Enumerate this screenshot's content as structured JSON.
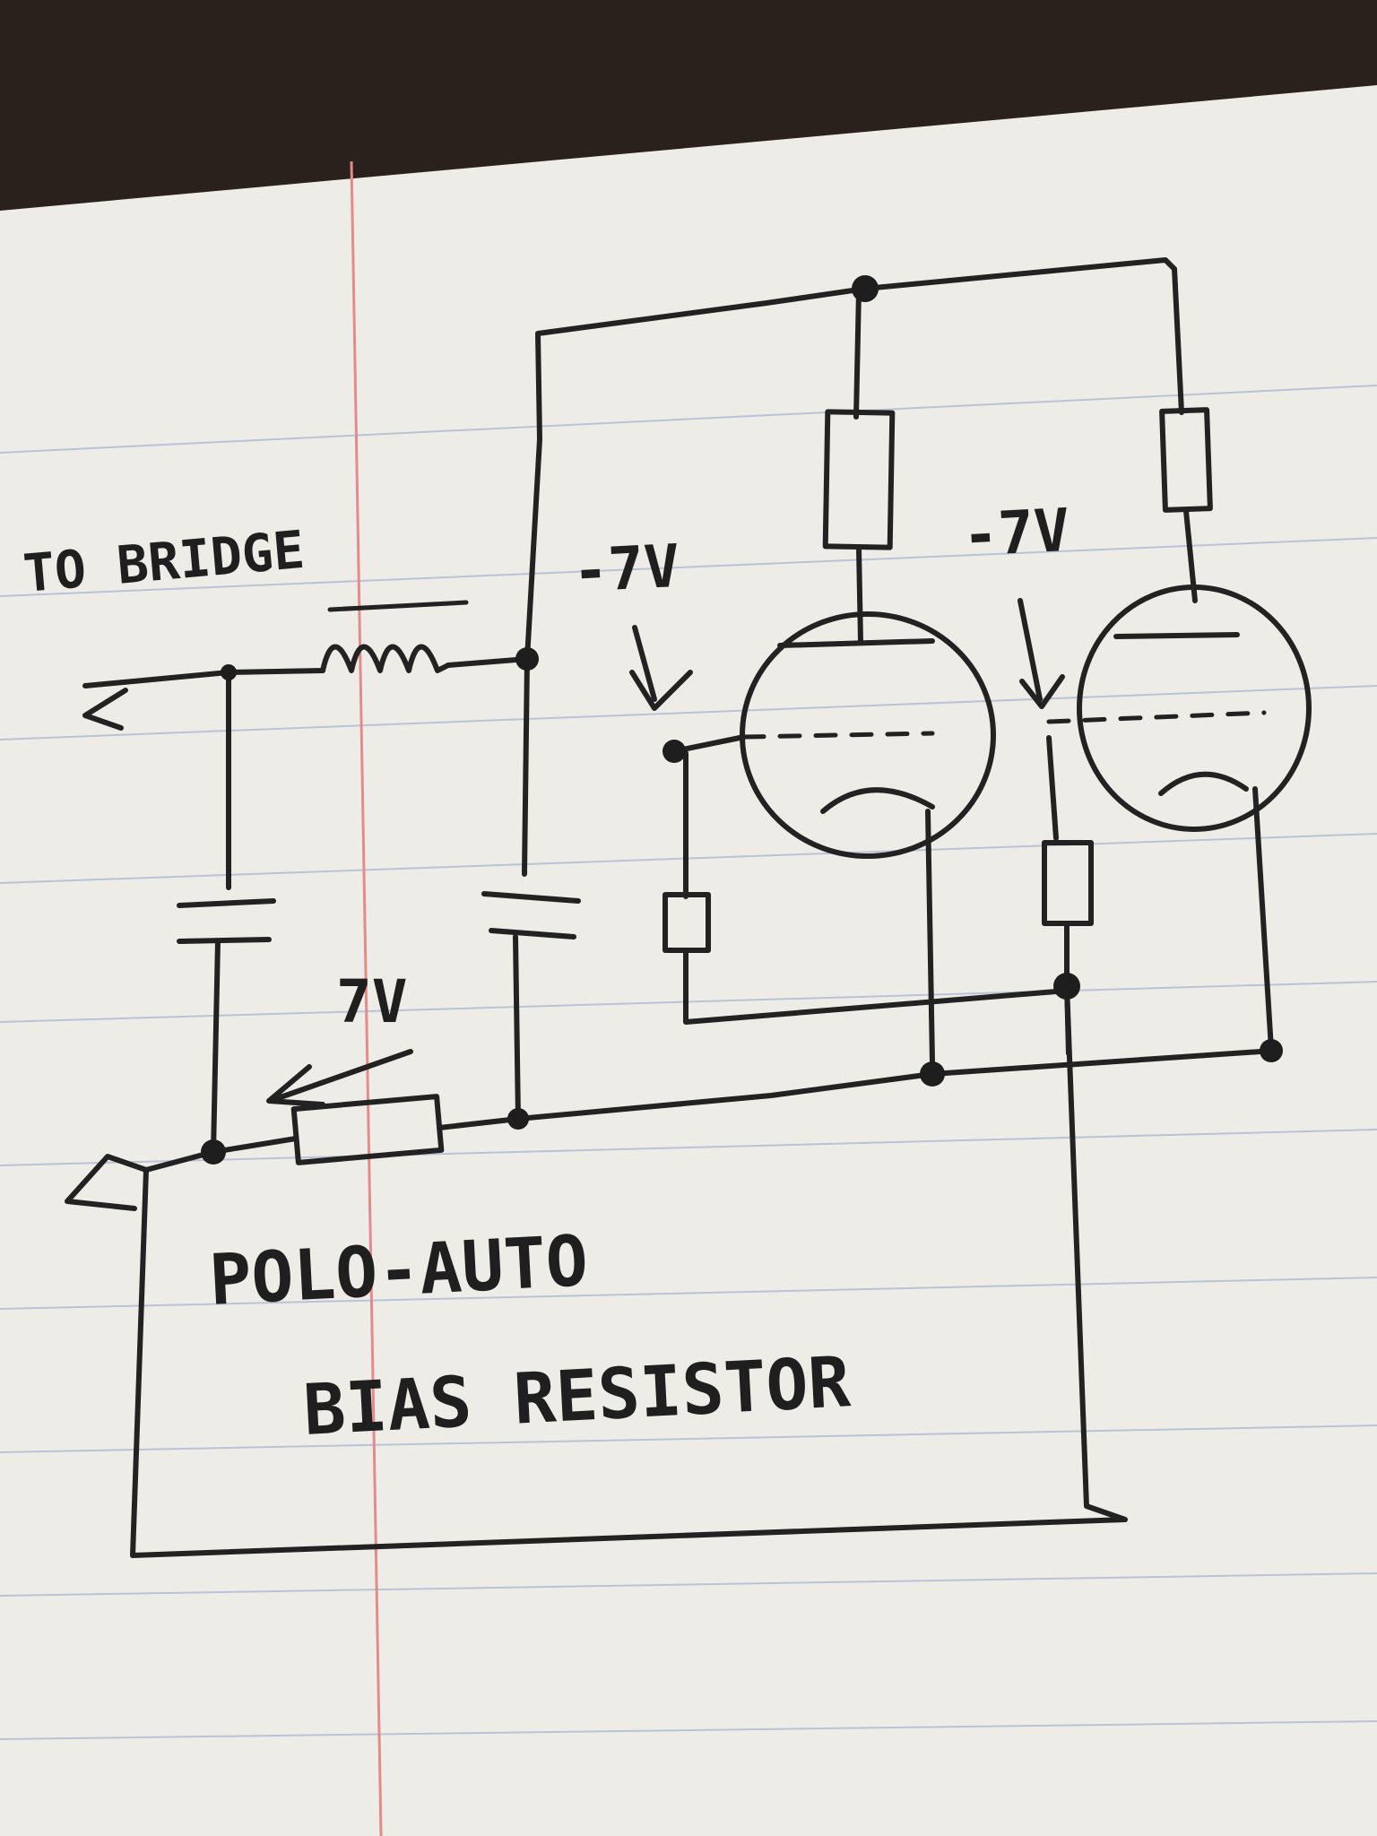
{
  "labels": {
    "to_bridge": "TO BRIDGE",
    "grid_voltage_left": "-7V",
    "grid_voltage_right": "-7V",
    "bias_voltage": "7V",
    "caption_line1": "POLO-AUTO",
    "caption_line2": "BIAS RESISTOR"
  },
  "colors": {
    "paper": "#eeece6",
    "ink": "#222222",
    "margin_line": "#e58a8a",
    "ruled_line": "#b9c3d8",
    "table": "#2a211c"
  }
}
